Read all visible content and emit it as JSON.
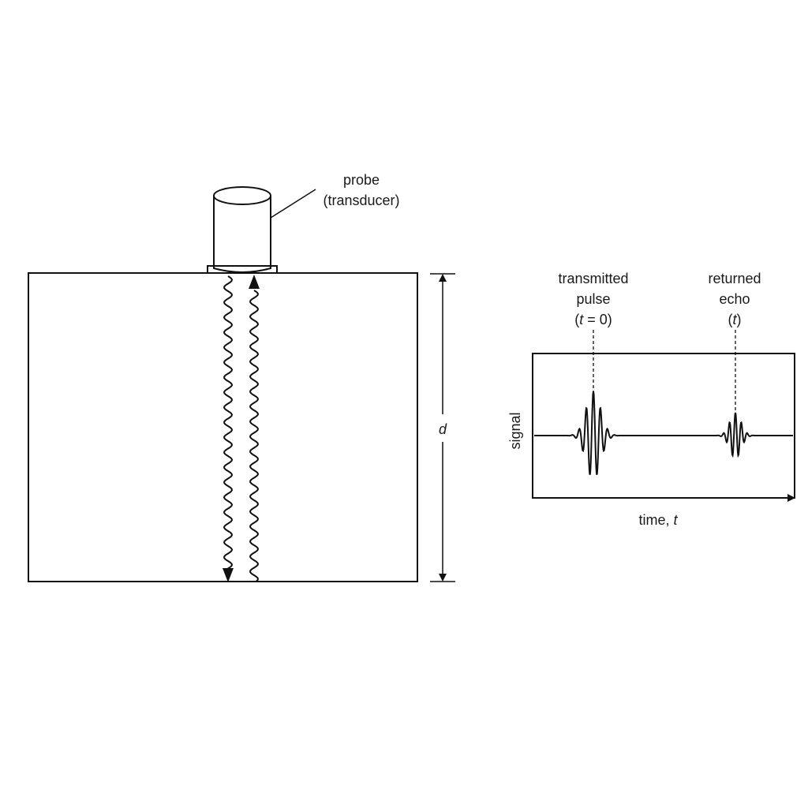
{
  "probe": {
    "label_line1": "probe",
    "label_line2": "(transducer)"
  },
  "specimen": {
    "thickness_symbol": "d"
  },
  "signal_plot": {
    "ylabel": "signal",
    "xlabel": "time, ",
    "xlabel_var": "t",
    "transmitted": {
      "line1": "transmitted",
      "line2": "pulse",
      "open": "(",
      "var": "t",
      "rest": " = 0)"
    },
    "echo": {
      "line1": "returned",
      "line2": "echo",
      "open": "(",
      "var": "t",
      "close": ")"
    }
  },
  "colors": {
    "ink": "#111111",
    "background": "#ffffff"
  }
}
